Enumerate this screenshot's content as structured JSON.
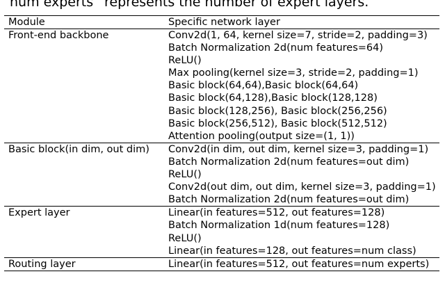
{
  "caption_tail": "num experts” represents the number of expert layers.",
  "table": {
    "headers": [
      "Module",
      "Specific network layer"
    ],
    "rows": [
      {
        "module": "Front-end backbone",
        "layers": [
          "Conv2d(1, 64, kernel size=7, stride=2, padding=3)",
          "Batch Normalization 2d(num features=64)",
          "ReLU()",
          "Max pooling(kernel size=3, stride=2, padding=1)",
          "Basic block(64,64),Basic block(64,64)",
          "Basic block(64,128),Basic block(128,128)",
          "Basic block(128,256), Basic block(256,256)",
          "Basic block(256,512), Basic block(512,512)",
          "Attention pooling(output size=(1, 1))"
        ]
      },
      {
        "module": "Basic block(in dim, out dim)",
        "layers": [
          "Conv2d(in dim, out dim, kernel size=3, padding=1)",
          "Batch Normalization 2d(num features=out dim)",
          "ReLU()",
          "Conv2d(out dim, out dim, kernel size=3, padding=1)",
          "Batch Normalization 2d(num features=out dim)"
        ]
      },
      {
        "module": "Expert layer",
        "layers": [
          "Linear(in features=512, out features=128)",
          "Batch Normalization 1d(num features=128)",
          "ReLU()",
          "Linear(in features=128, out features=num class)"
        ]
      },
      {
        "module": "Routing layer",
        "layers": [
          "Linear(in features=512, out features=num experts)"
        ]
      }
    ]
  }
}
